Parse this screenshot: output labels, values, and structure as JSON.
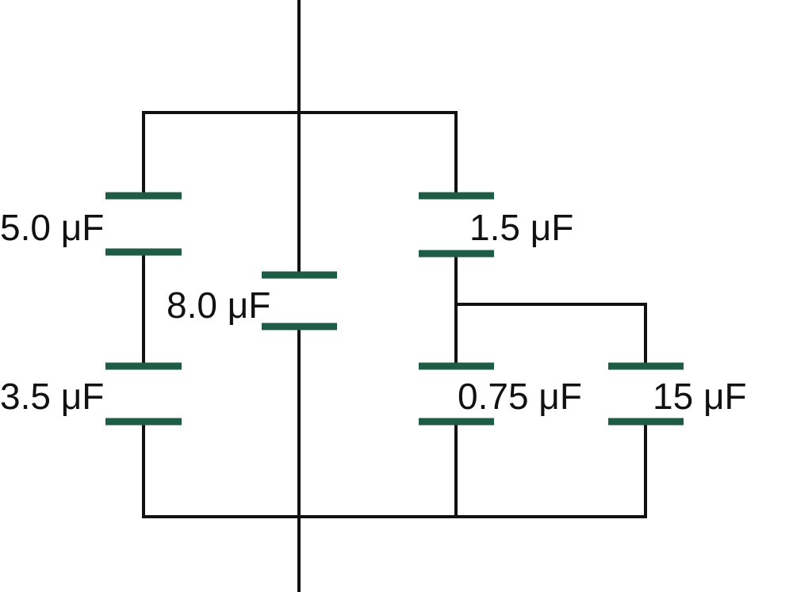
{
  "colors": {
    "wire": "#111111",
    "plate": "#1f5c45",
    "background": "#ffffff"
  },
  "capacitors": [
    {
      "id": "c1",
      "label": "5.0 μF"
    },
    {
      "id": "c2",
      "label": "3.5 μF"
    },
    {
      "id": "c3",
      "label": "8.0 μF"
    },
    {
      "id": "c4",
      "label": "1.5 μF"
    },
    {
      "id": "c5",
      "label": "0.75 μF"
    },
    {
      "id": "c6",
      "label": "15 μF"
    }
  ]
}
